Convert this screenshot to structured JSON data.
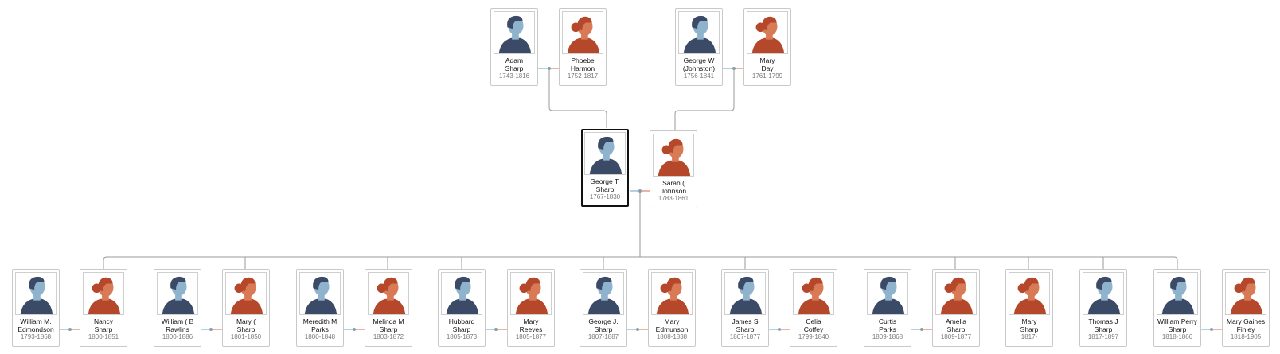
{
  "people": {
    "adam": {
      "first": "Adam",
      "last": "Sharp",
      "years": "1743-1816",
      "gender": "male"
    },
    "phoebe": {
      "first": "Phoebe",
      "last": "Harmon",
      "years": "1752-1817",
      "gender": "female"
    },
    "georgew": {
      "first": "George W",
      "last": "(Johnston)",
      "years": "1756-1841",
      "gender": "male"
    },
    "maryday": {
      "first": "Mary",
      "last": "Day",
      "years": "1761-1799",
      "gender": "female"
    },
    "georget": {
      "first": "George T.",
      "last": "Sharp",
      "years": "1767-1830",
      "gender": "male"
    },
    "sarah": {
      "first": "Sarah (",
      "last": "Johnson",
      "years": "1783-1861",
      "gender": "female"
    },
    "william_e": {
      "first": "William M.",
      "last": "Edmondson",
      "years": "1793-1868",
      "gender": "male"
    },
    "nancy": {
      "first": "Nancy",
      "last": "Sharp",
      "years": "1800-1851",
      "gender": "female"
    },
    "william_r": {
      "first": "William ( B",
      "last": "Rawlins",
      "years": "1800-1886",
      "gender": "male"
    },
    "mary_s": {
      "first": "Mary (",
      "last": "Sharp",
      "years": "1801-1850",
      "gender": "female"
    },
    "meredith": {
      "first": "Meredith M",
      "last": "Parks",
      "years": "1800-1848",
      "gender": "male"
    },
    "melinda": {
      "first": "Melinda M",
      "last": "Sharp",
      "years": "1803-1872",
      "gender": "female"
    },
    "hubbard": {
      "first": "Hubbard",
      "last": "Sharp",
      "years": "1805-1873",
      "gender": "male"
    },
    "mary_r": {
      "first": "Mary",
      "last": "Reeves",
      "years": "1805-1877",
      "gender": "female"
    },
    "georgej": {
      "first": "George J.",
      "last": "Sharp",
      "years": "1807-1887",
      "gender": "male"
    },
    "mary_e": {
      "first": "Mary",
      "last": "Edmunson",
      "years": "1808-1838",
      "gender": "female"
    },
    "james": {
      "first": "James S",
      "last": "Sharp",
      "years": "1807-1877",
      "gender": "male"
    },
    "celia": {
      "first": "Celia",
      "last": "Coffey",
      "years": "1799-1840",
      "gender": "female"
    },
    "curtis": {
      "first": "Curtis",
      "last": "Parks",
      "years": "1809-1868",
      "gender": "male"
    },
    "amelia": {
      "first": "Amelia",
      "last": "Sharp",
      "years": "1809-1877",
      "gender": "female"
    },
    "mary_sh": {
      "first": "Mary",
      "last": "Sharp",
      "years": "1817-",
      "gender": "female"
    },
    "thomas": {
      "first": "Thomas J",
      "last": "Sharp",
      "years": "1817-1897",
      "gender": "male"
    },
    "william_p": {
      "first": "William Perry",
      "last": "Sharp",
      "years": "1818-1866",
      "gender": "male"
    },
    "mary_f": {
      "first": "Mary Gaines",
      "last": "Finley",
      "years": "1818-1905",
      "gender": "female"
    }
  },
  "focus_person": "georget",
  "colors": {
    "male_head": "#8fb3cc",
    "male_body": "#3b4a66",
    "female_head": "#d97a56",
    "female_body": "#b5482a",
    "line": "#9a9a9a",
    "male_link": "#7fb0cf",
    "female_link": "#d9826a"
  }
}
